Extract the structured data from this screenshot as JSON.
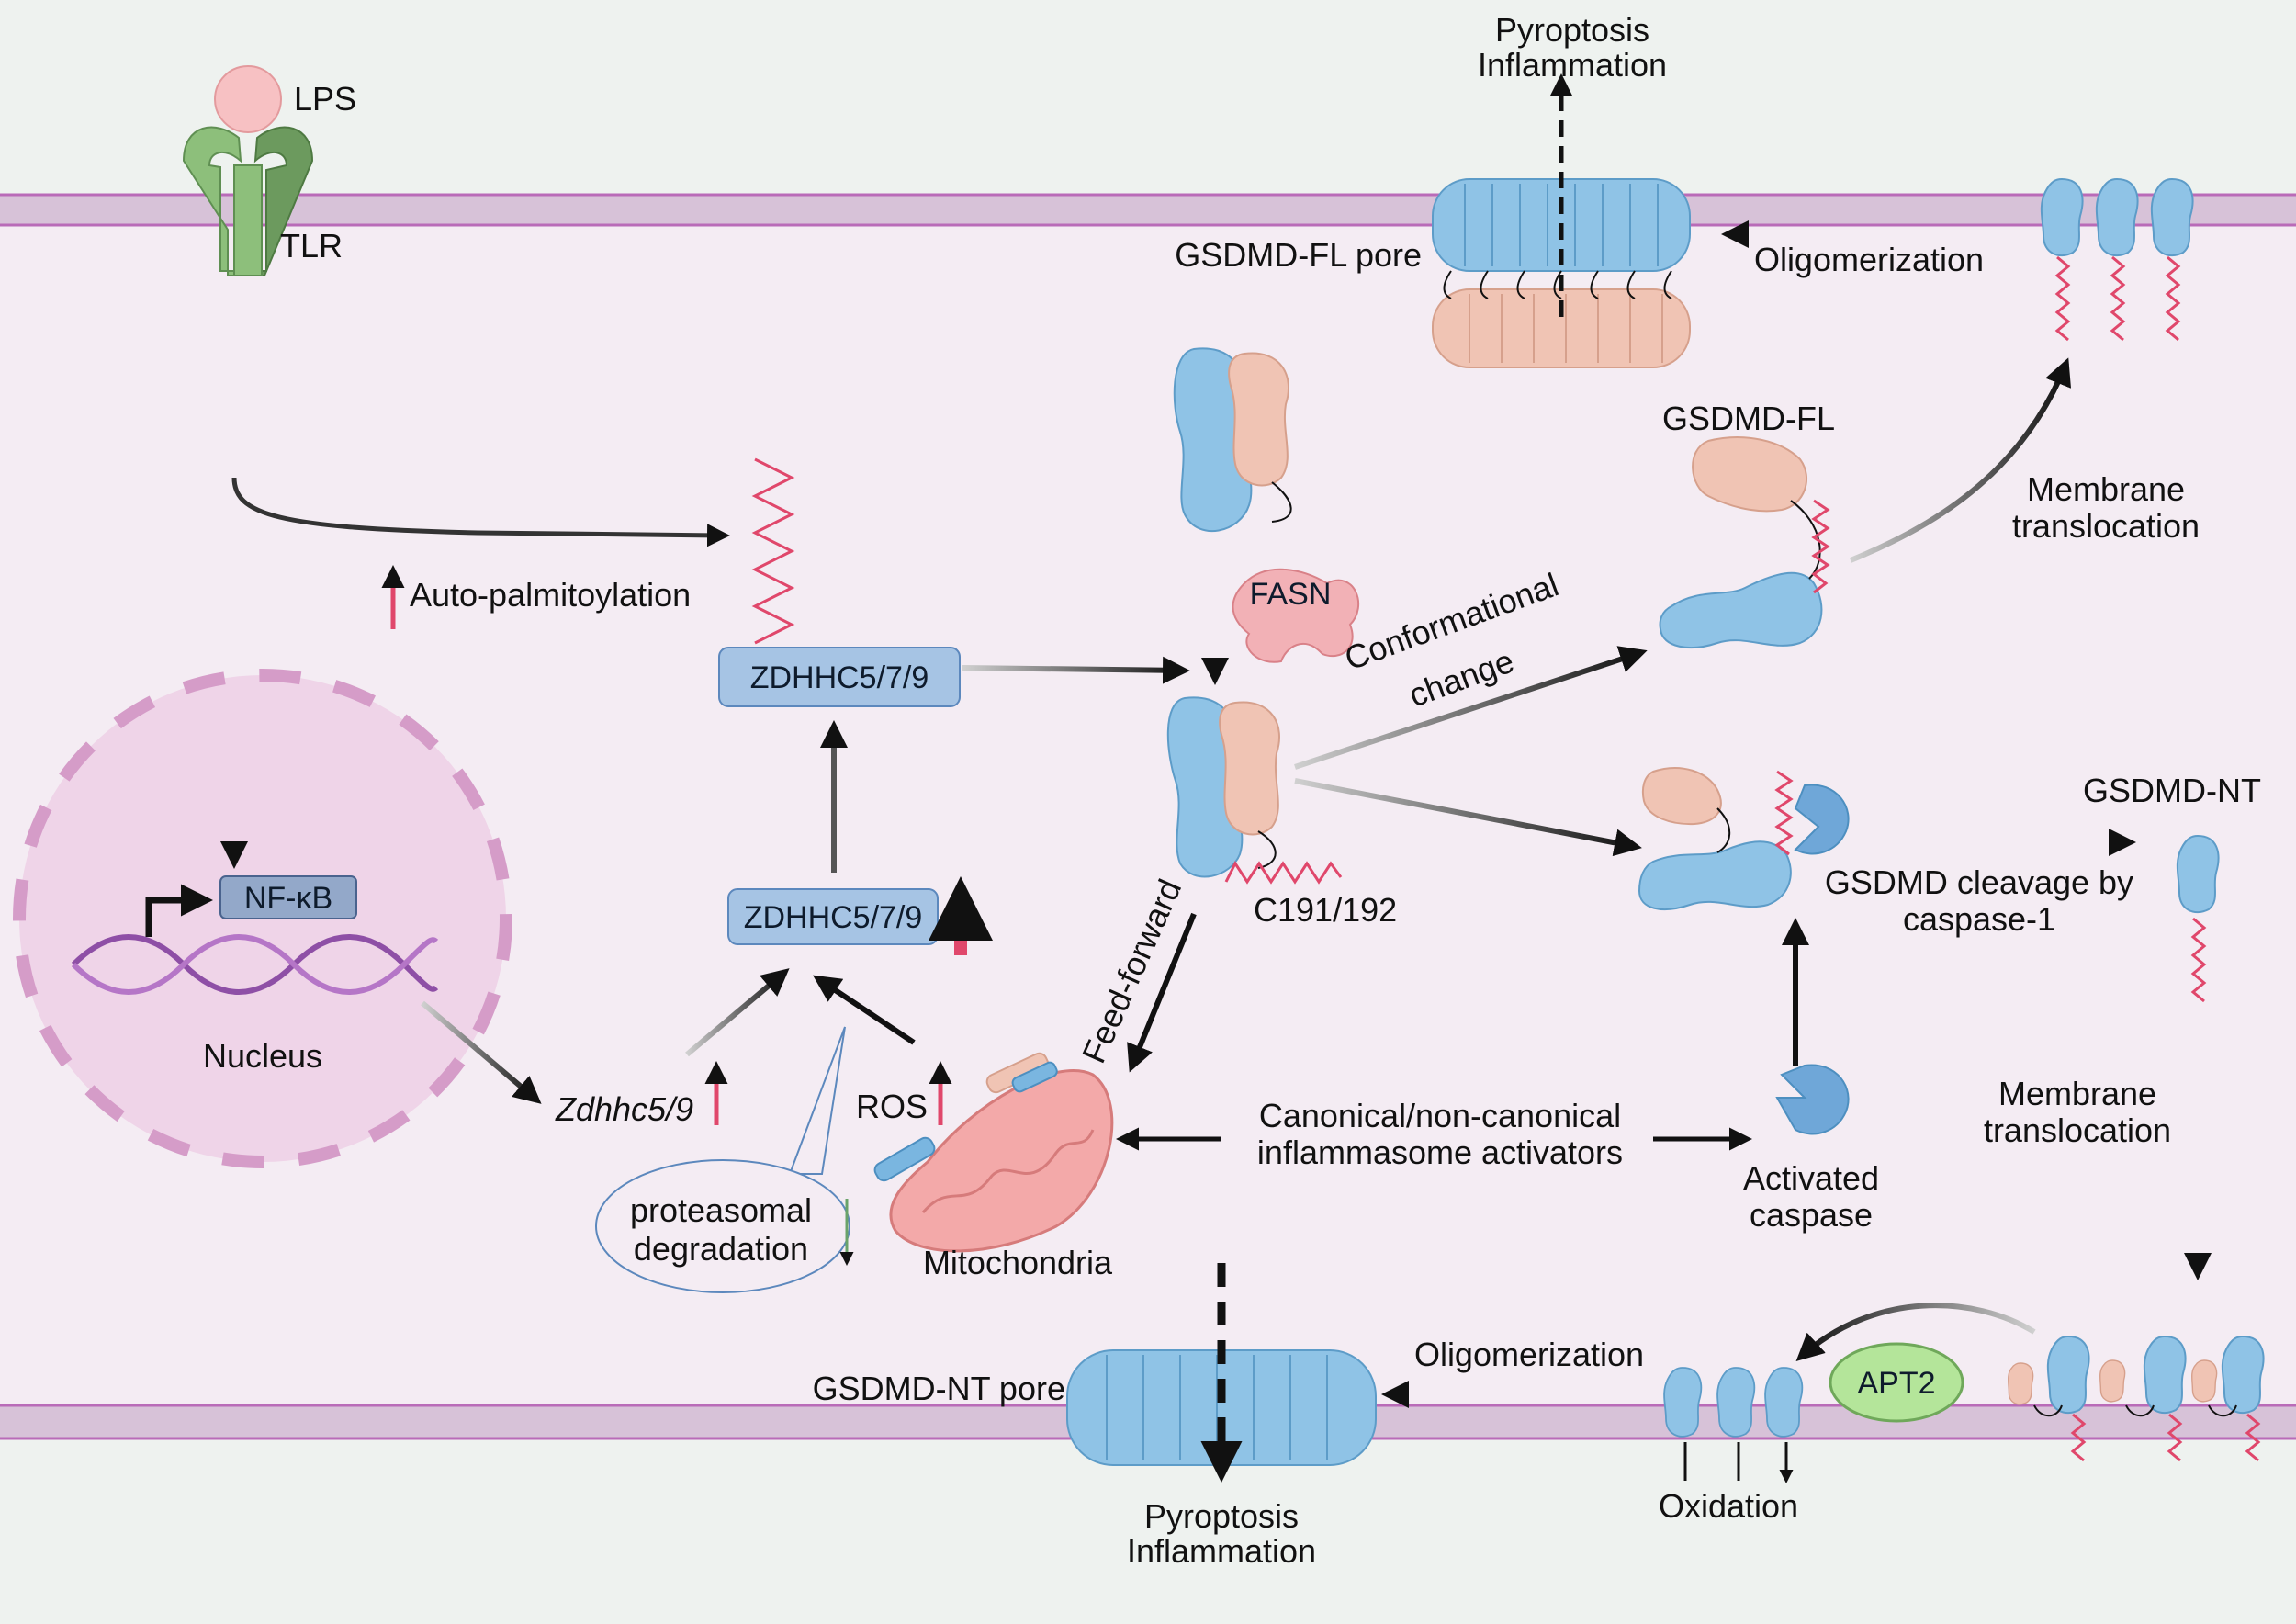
{
  "colors": {
    "background": "#eef2ef",
    "cell_interior": "#f4ecf3",
    "membrane": "#d7c2d8",
    "membrane_edge": "#b96bb8",
    "nucleus": "#efd4e8",
    "nucleus_dash": "#d59cc8",
    "gsdmd_blue": "#8fc3e6",
    "gsdmd_pink": "#f0c4b4",
    "zdhhc_box": "#a6c4e4",
    "nfkb_box": "#93a8c9",
    "mitochondria": "#f3a9a9",
    "palmitoyl_red": "#e0476b",
    "apt2_green": "#b4e59a",
    "tlr_green": "#8dbf7b"
  },
  "labels": {
    "lps": "LPS",
    "tlr": "TLR",
    "nfkb": "NF-κB",
    "nucleus": "Nucleus",
    "zdhhc_gene": "Zdhhc5/9",
    "auto_palmitoylation": "Auto-palmitoylation",
    "zdhhc_top": "ZDHHC5/7/9",
    "zdhhc_mid": "ZDHHC5/7/9",
    "ros": "ROS",
    "proteasomal_line1": "proteasomal",
    "proteasomal_line2": "degradation",
    "mitochondria": "Mitochondria",
    "fasn": "FASN",
    "conformational_line1": "Conformational",
    "conformational_line2": "change",
    "feed_forward": "Feed-forward",
    "c191": "C191/192",
    "gsdmd_fl": "GSDMD-FL",
    "gsdmd_fl_pore": "GSDMD-FL pore",
    "pyroptosis_top_line1": "Pyroptosis",
    "pyroptosis_top_line2": "Inflammation",
    "oligomerization_top": "Oligomerization",
    "membrane_trans_top_line1": "Membrane",
    "membrane_trans_top_line2": "translocation",
    "gsdmd_nt": "GSDMD-NT",
    "cleavage_line1": "GSDMD cleavage by",
    "cleavage_line2": "caspase-1",
    "canonical_line1": "Canonical/non-canonical",
    "canonical_line2": "inflammasome activators",
    "activated_line1": "Activated",
    "activated_line2": "caspase",
    "membrane_trans_right_line1": "Membrane",
    "membrane_trans_right_line2": "translocation",
    "apt2": "APT2",
    "oligomerization_bottom": "Oligomerization",
    "gsdmd_nt_pore": "GSDMD-NT pore",
    "oxidation": "Oxidation",
    "pyroptosis_bottom_line1": "Pyroptosis",
    "pyroptosis_bottom_line2": "Inflammation"
  }
}
